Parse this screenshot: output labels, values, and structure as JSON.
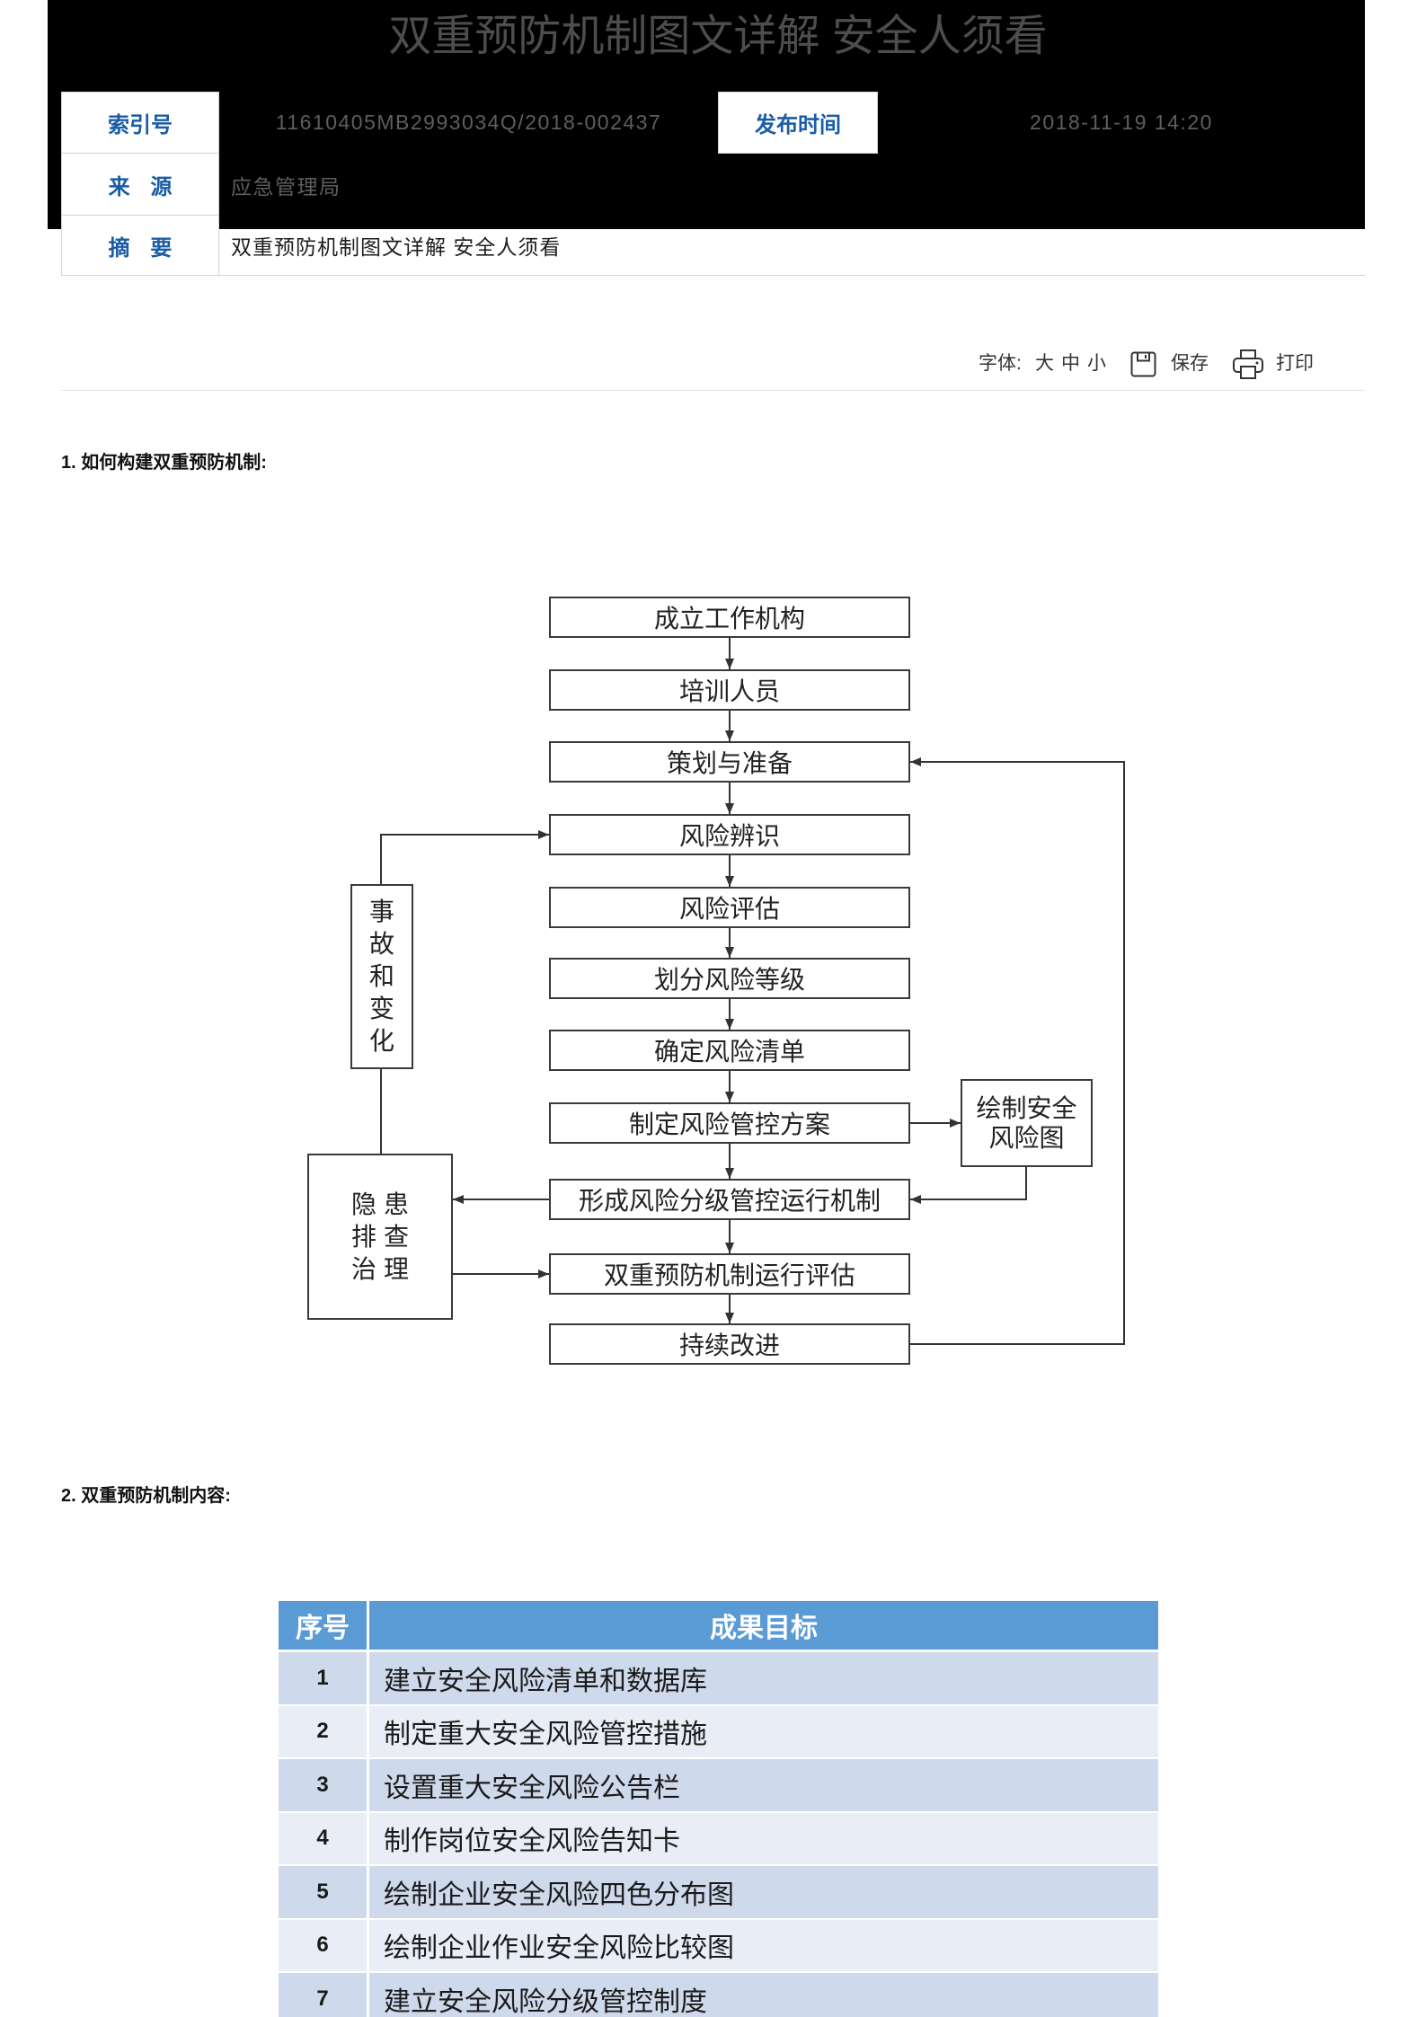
{
  "page": {
    "title": "双重预防机制图文详解 安全人须看"
  },
  "meta": {
    "index_label": "索引号",
    "index_value": "11610405MB2993034Q/2018-002437",
    "publish_label": "发布时间",
    "publish_value": "2018-11-19 14:20",
    "source_label": "来 源",
    "source_value": "应急管理局",
    "summary_label": "摘 要",
    "summary_value": "双重预防机制图文详解 安全人须看"
  },
  "toolbar": {
    "font_label": "字体:",
    "font_sizes": [
      "大",
      "中",
      "小"
    ],
    "save_icon": "save-icon",
    "save_label": "保存",
    "print_icon": "print-icon",
    "print_label": "打印"
  },
  "sections": [
    {
      "heading": "1. 如何构建双重预防机制:"
    },
    {
      "heading": "2. 双重预防机制内容:"
    }
  ],
  "flowchart": {
    "steps": [
      "成立工作机构",
      "培训人员",
      "策划与准备",
      "风险辨识",
      "风险评估",
      "划分风险等级",
      "确定风险清单",
      "制定风险管控方案",
      "形成风险分级管控运行机制",
      "双重预防机制运行评估",
      "持续改进"
    ],
    "risk_map": "绘制安全风险图",
    "accident_change": "事故和变化",
    "hazard_check": "隐患排查治理"
  },
  "results_table": {
    "headers": [
      "序号",
      "成果目标"
    ],
    "rows": [
      {
        "no": "1",
        "goal": "建立安全风险清单和数据库"
      },
      {
        "no": "2",
        "goal": "制定重大安全风险管控措施"
      },
      {
        "no": "3",
        "goal": "设置重大安全风险公告栏"
      },
      {
        "no": "4",
        "goal": "制作岗位安全风险告知卡"
      },
      {
        "no": "5",
        "goal": "绘制企业安全风险四色分布图"
      },
      {
        "no": "6",
        "goal": "绘制企业作业安全风险比较图"
      },
      {
        "no": "7",
        "goal": "建立安全风险分级管控制度"
      }
    ]
  },
  "colors": {
    "header_bg": "#000000",
    "label_blue": "#1a5ca8",
    "table_header": "#5b9bd5",
    "row_odd": "#cfd9ec",
    "row_even": "#e8edf6"
  }
}
